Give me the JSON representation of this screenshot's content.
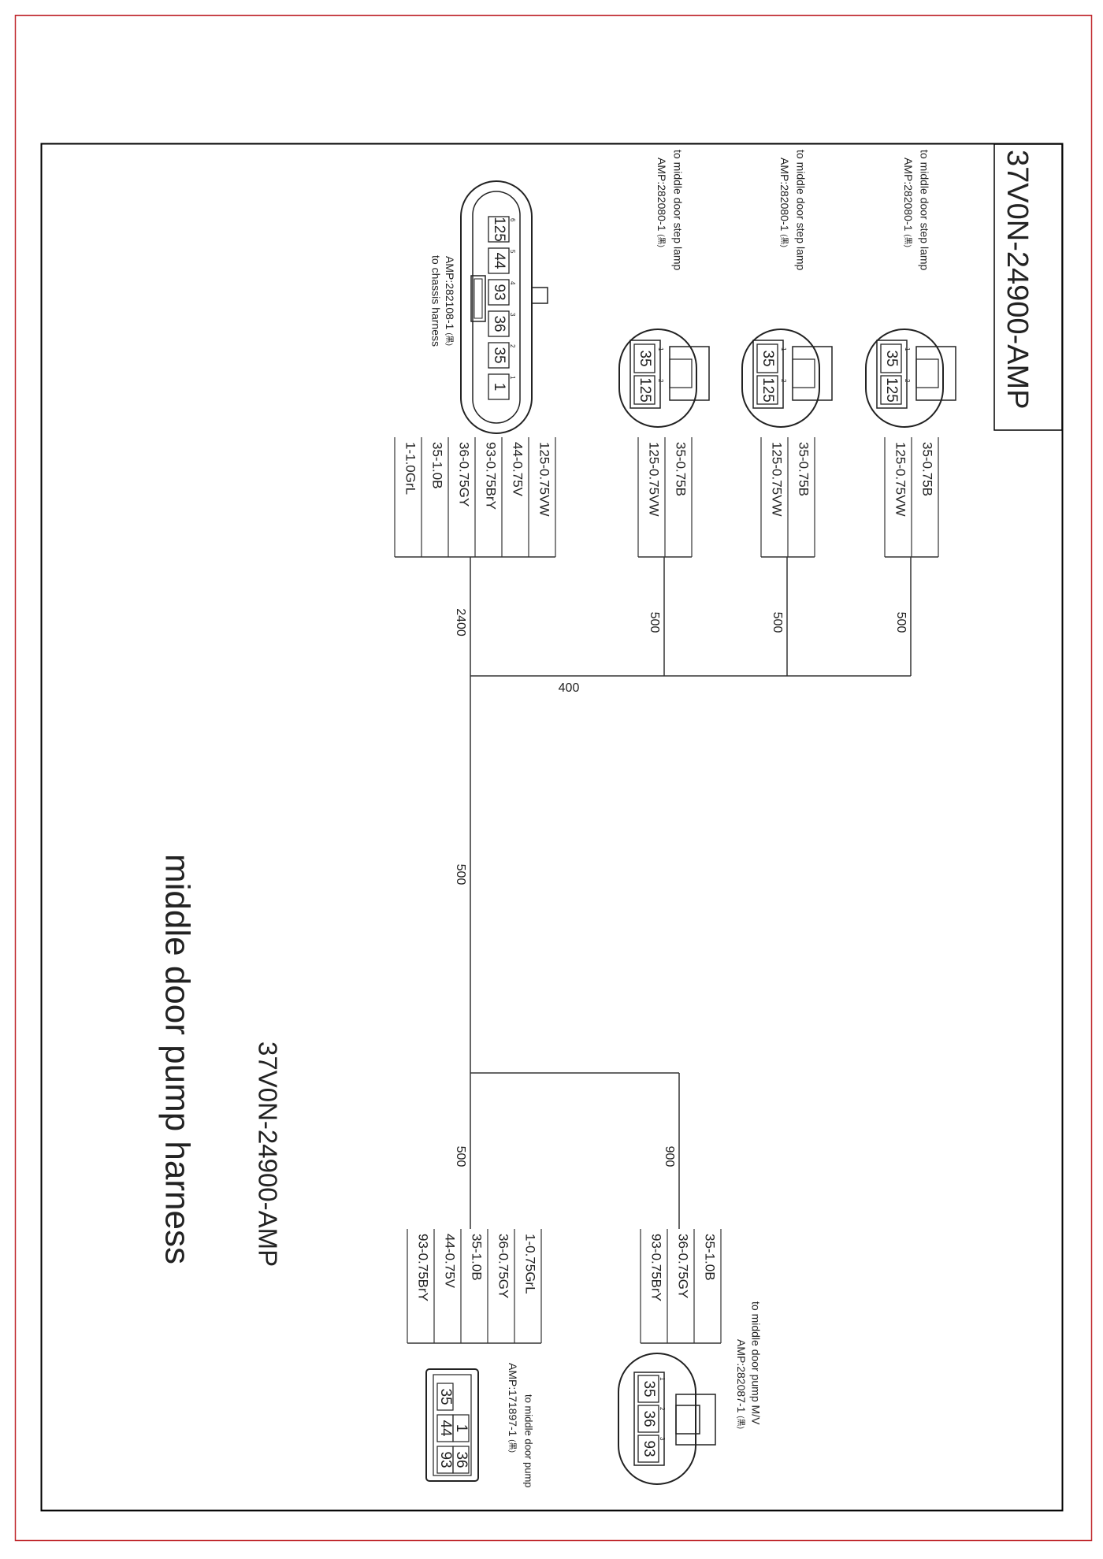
{
  "frame": {
    "outer_color": "#c0282d",
    "inner_color": "#000000"
  },
  "title_block": {
    "code": "37V0N-24900-AMP"
  },
  "drawing_title": {
    "name": "middle door pump harness",
    "code": "37V0N-24900-AMP"
  },
  "step_lamps": [
    {
      "id": "lamp-1",
      "dest": "to middle door step lamp",
      "part": "AMP:282080-1",
      "suffix": "(黑)",
      "pins": [
        "35",
        "125"
      ],
      "wires": [
        "35-0.75B",
        "125-0.75VW"
      ],
      "length": "500"
    },
    {
      "id": "lamp-2",
      "dest": "to middle door step lamp",
      "part": "AMP:282080-1",
      "suffix": "(黑)",
      "pins": [
        "35",
        "125"
      ],
      "wires": [
        "35-0.75B",
        "125-0.75VW"
      ],
      "length": "500"
    },
    {
      "id": "lamp-3",
      "dest": "to middle door step lamp",
      "part": "AMP:282080-1",
      "suffix": "(黑)",
      "pins": [
        "35",
        "125"
      ],
      "wires": [
        "35-0.75B",
        "125-0.75VW"
      ],
      "length": "500"
    }
  ],
  "chassis": {
    "dest": "to chassis harness",
    "part": "AMP:282108-1",
    "suffix": "(黑)",
    "pins": [
      {
        "n": "1",
        "label": "1"
      },
      {
        "n": "2",
        "label": "35"
      },
      {
        "n": "3",
        "label": "36"
      },
      {
        "n": "4",
        "label": "93"
      },
      {
        "n": "5",
        "label": "44"
      },
      {
        "n": "6",
        "label": "125"
      }
    ],
    "wires": [
      "125-0.75VW",
      "44-0.75V",
      "93-0.75BrY",
      "36-0.75GY",
      "35-1.0B",
      "1-1.0GrL"
    ],
    "length": "2400"
  },
  "trunk": {
    "segment_a": "400",
    "segment_b": "500"
  },
  "pump_mv": {
    "dest": "to middle door pump M/V",
    "part": "AMP:282087-1",
    "suffix": "(黑)",
    "pins": [
      {
        "n": "1",
        "label": "35"
      },
      {
        "n": "2",
        "label": "36"
      },
      {
        "n": "3",
        "label": "93"
      }
    ],
    "wires": [
      "35-1.0B",
      "36-0.75GY",
      "93-0.75BrY"
    ],
    "length": "900"
  },
  "pump": {
    "dest": "to middle door pump",
    "part": "AMP:171897-1",
    "suffix": "(黑)",
    "pins": [
      "36",
      "1",
      "35",
      "93",
      "44"
    ],
    "wires": [
      "1-0.75GrL",
      "36-0.75GY",
      "35-1.0B",
      "44-0.75V",
      "93-0.75BrY"
    ],
    "length": "500"
  }
}
